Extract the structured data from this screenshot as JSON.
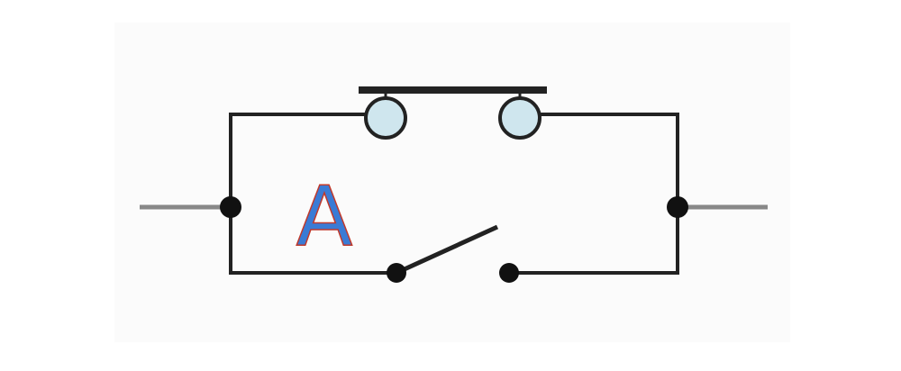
{
  "diagram": {
    "label": "A",
    "colors": {
      "wire": "#222222",
      "lead_wire": "#888888",
      "pushbutton_contact_fill": "#cfe6ee",
      "pushbutton_contact_stroke": "#222222",
      "node": "#111111",
      "label_fill": "#3a7bd5",
      "label_outline": "#c0392b"
    },
    "components": [
      {
        "name": "push-button-switch",
        "type": "pushbutton",
        "branch": "top"
      },
      {
        "name": "knife-switch",
        "type": "single-pole-switch",
        "state": "open",
        "branch": "bottom"
      }
    ]
  }
}
